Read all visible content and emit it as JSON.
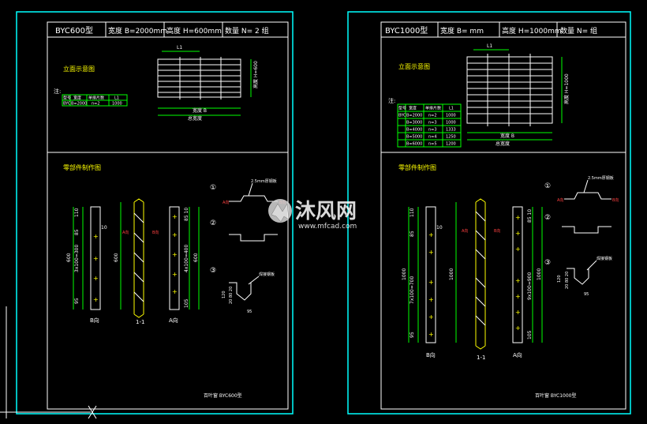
{
  "watermark": {
    "brand": "沐风网",
    "url": "www.mfcad.com"
  },
  "left_sheet": {
    "title": {
      "model": "BYC600型",
      "width": "宽度 B=2000mm",
      "height": "高度 H=600mm",
      "quantity": "数量 N= 2 组"
    },
    "elevation_title": "立面示意图",
    "table_note": "注:",
    "table_headers": [
      "型号",
      "宽度",
      "单排片数",
      "L1"
    ],
    "table_rows": [
      [
        "BYC",
        "B=2000",
        "n=2",
        "1000"
      ]
    ],
    "elev_labels": {
      "top": "L1",
      "right": "高度 H=600",
      "bottom1": "宽度 B",
      "bottom2": "总宽度"
    },
    "detail_title": "零部件制作图",
    "callouts": [
      "①",
      "②",
      "③"
    ],
    "callout_labels": {
      "c1": "2.5mm厚钢板",
      "c3": "焊接钢板"
    },
    "dims_a": [
      "110",
      "85",
      "3x100=300",
      "95",
      "10"
    ],
    "dims_total_a": "600",
    "dims_total_b": "600",
    "dims_c": [
      "85 10",
      "4x100=400",
      "105"
    ],
    "dims_total_c": "600",
    "view_labels": [
      "B向",
      "1-1",
      "A向"
    ],
    "letter_labels": [
      "A向",
      "B向",
      "A向",
      "B向"
    ],
    "c3_dims": [
      "120",
      "20 80 20",
      "95"
    ],
    "footer": "百叶窗 BYC600型"
  },
  "right_sheet": {
    "title": {
      "model": "BYC1000型",
      "width": "宽度 B=         mm",
      "height": "高度 H=1000mm",
      "quantity": "数量 N=         组"
    },
    "elevation_title": "立面示意图",
    "table_note": "注:",
    "table_headers": [
      "型号",
      "宽度",
      "单排片数",
      "L1"
    ],
    "table_rows": [
      [
        "BYC",
        "B=2000",
        "n=2",
        "1000"
      ],
      [
        "",
        "B=3000",
        "n=3",
        "1000"
      ],
      [
        "",
        "B=4000",
        "n=3",
        "1333"
      ],
      [
        "",
        "B=5000",
        "n=4",
        "1250"
      ],
      [
        "",
        "B=6000",
        "n=5",
        "1200"
      ]
    ],
    "elev_labels": {
      "top": "L1",
      "right": "高度 H=1000",
      "bottom1": "宽度 B",
      "bottom2": "总宽度"
    },
    "detail_title": "零部件制作图",
    "callouts": [
      "①",
      "②",
      "③"
    ],
    "callout_labels": {
      "c1": "2.5mm厚钢板",
      "c3": "焊接钢板"
    },
    "dims_a": [
      "110",
      "85",
      "7x100=700",
      "95",
      "10"
    ],
    "dims_total_a": "1000",
    "dims_total_b": "1000",
    "dims_c": [
      "85 10",
      "9x100=900",
      "105"
    ],
    "dims_total_c": "1000",
    "view_labels": [
      "B向",
      "1-1",
      "A向"
    ],
    "letter_labels": [
      "A向",
      "B向",
      "A向",
      "B向"
    ],
    "c3_dims": [
      "120",
      "20 80 20",
      "95"
    ],
    "footer": "百叶窗 BYC1000型"
  },
  "colors": {
    "background": "#000000",
    "frame": "#00ffff",
    "lines": "#ffffff",
    "dims": "#00ff00",
    "marks": "#ffff00",
    "annot": "#ff3030"
  }
}
